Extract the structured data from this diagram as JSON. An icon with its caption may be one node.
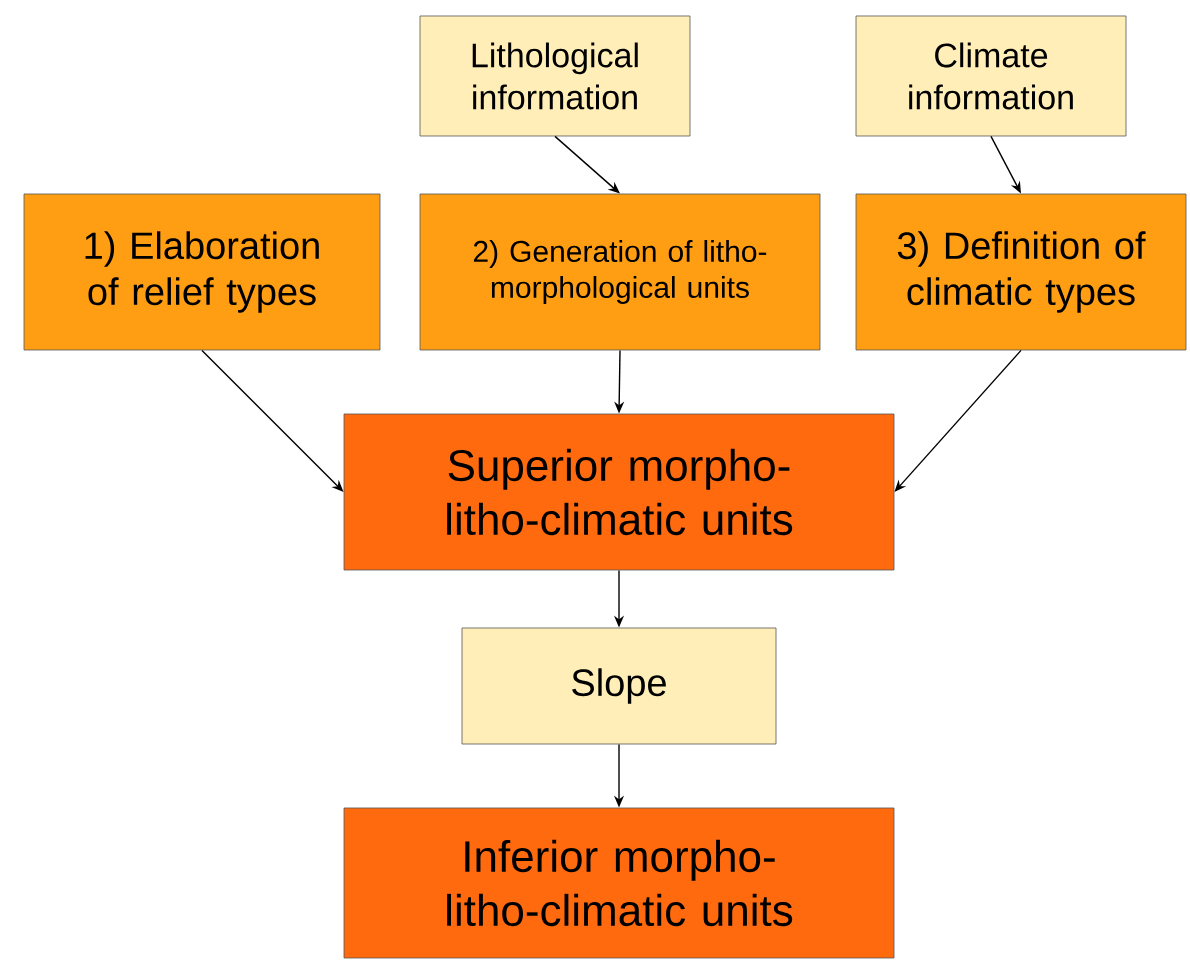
{
  "diagram": {
    "nodes": [
      {
        "text": [
          "Lithological information"
        ]
      },
      {
        "text": [
          "Climate information"
        ]
      },
      {
        "text": [
          "1) Elaboration of relief types"
        ]
      },
      {
        "text": [
          "2) Generation of litho-morphological units"
        ]
      },
      {
        "text": [
          "3) Definition of climatic types"
        ]
      },
      {
        "text": [
          "Superior morpho-litho-climatic units"
        ]
      },
      {
        "text": [
          "Slope"
        ]
      },
      {
        "text": [
          "Inferior morpho-litho-climatic units"
        ]
      }
    ],
    "edges": [
      {
        "from": 0,
        "to": 3,
        "arrow": "to"
      },
      {
        "from": 1,
        "to": 4,
        "arrow": "to"
      },
      {
        "from": 2,
        "to": 5,
        "arrow": "to"
      },
      {
        "from": 3,
        "to": 5,
        "arrow": "to"
      },
      {
        "from": 4,
        "to": 5,
        "arrow": "to"
      },
      {
        "from": 5,
        "to": 6,
        "arrow": "to"
      },
      {
        "from": 6,
        "to": 7,
        "arrow": "to"
      }
    ]
  }
}
